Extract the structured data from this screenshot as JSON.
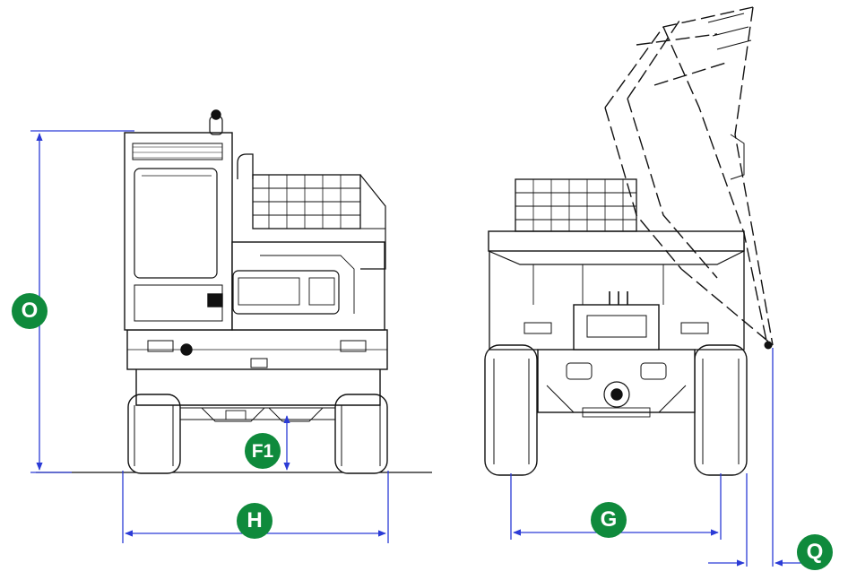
{
  "colors": {
    "ink": "#111111",
    "dimension_line": "#2b3bd6",
    "badge_fill": "#0f8a3c",
    "badge_text": "#ffffff",
    "background": "#ffffff"
  },
  "labels": {
    "O": "O",
    "F1": "F1",
    "H": "H",
    "G": "G",
    "Q": "Q"
  }
}
